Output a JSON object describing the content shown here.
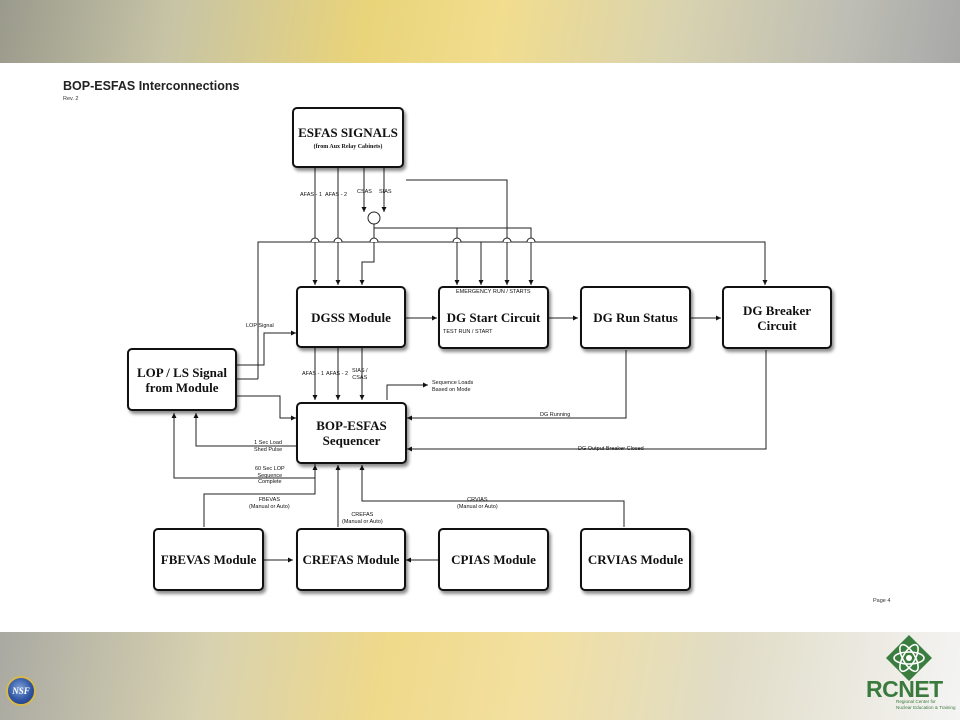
{
  "header": {
    "title": "BOP-ESFAS Interconnections",
    "revision": "Rev. 2"
  },
  "footer": {
    "page": "Page 4"
  },
  "boxes": {
    "esfas": {
      "title": "ESFAS SIGNALS",
      "subtitle": "(from Aux Relay Cabinets)"
    },
    "dgss": {
      "title": "DGSS Module"
    },
    "dg_start": {
      "title": "DG Start Circuit"
    },
    "dg_run": {
      "title": "DG Run Status"
    },
    "dg_breaker": {
      "line1": "DG Breaker",
      "line2": "Circuit"
    },
    "lop": {
      "line1": "LOP / LS Signal",
      "line2": "from Module"
    },
    "sequencer": {
      "line1": "BOP-ESFAS",
      "line2": "Sequencer"
    },
    "fbevas": {
      "title": "FBEVAS Module"
    },
    "crefas": {
      "title": "CREFAS Module"
    },
    "cpias": {
      "title": "CPIAS Module"
    },
    "crvias": {
      "title": "CRVIAS Module"
    }
  },
  "labels": {
    "afas1_top": "AFAS - 1",
    "afas2_top": "AFAS - 2",
    "csas_top": "CSAS",
    "sias_top": "SIAS",
    "lop_signal": "LOP Signal",
    "emergency_run": "EMERGENCY RUN / STARTS",
    "test_run": "TEST RUN / START",
    "afas1_bot": "AFAS - 1",
    "afas2_bot": "AFAS - 2",
    "sias_csas_1": "SIAS /",
    "sias_csas_2": "CSAS",
    "seq_loads_1": "Sequence Loads",
    "seq_loads_2": "Based on Mode",
    "dg_running": "DG Running",
    "dg_breaker_closed": "DG Output Breaker Closed",
    "load_shed_1": "1 Sec Load",
    "load_shed_2": "Shed Pulse",
    "lop_complete_1": "60 Sec LOP",
    "lop_complete_2": "Sequence",
    "lop_complete_3": "Complete",
    "fbevas_sig_1": "FBEVAS",
    "fbevas_sig_2": "(Manual or Auto)",
    "crefas_sig_1": "CREFAS",
    "crefas_sig_2": "(Manual or Auto)",
    "crvias_sig_1": "CRVIAS",
    "crvias_sig_2": "(Manual or Auto)"
  },
  "logos": {
    "nsf": "NSF",
    "rcnet_name": "RCNET",
    "rcnet_line1": "Regional Center for",
    "rcnet_line2": "Nuclear Education & Training"
  }
}
